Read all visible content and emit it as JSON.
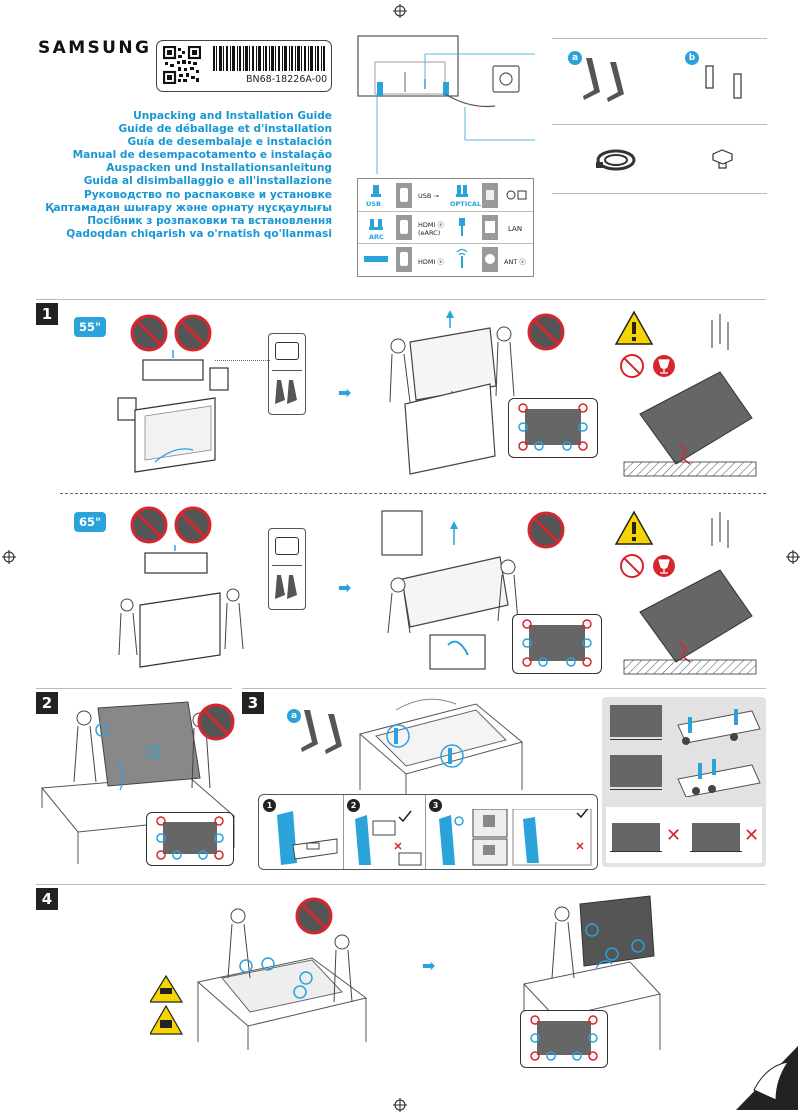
{
  "brand": "SAMSUNG",
  "barcode_code": "BN68-18226A-00",
  "guide_titles": [
    "Unpacking and Installation Guide",
    "Guide de déballage et d'installation",
    "Guía de desembalaje e instalación",
    "Manual de desempacotamento e instalação",
    "Auspacken und Installationsanleitung",
    "Guida al disimballaggio e all'installazione",
    "Руководство по распаковке и установке",
    "Қаптамадан шығару және орнату нұсқаулығы",
    "Посібник з розпаковки та встановлення",
    "Qadoqdan chiqarish va o'rnatish qo'llanmasi"
  ],
  "ports": {
    "usb": "USB",
    "usb_right": "USB ⊸",
    "optical": "OPTICAL",
    "arc": "ARC",
    "hdmi_earc": "HDMI ⓔ (eARC)",
    "lan": "LAN",
    "hdmi": "HDMI ⓔ",
    "ant": "ANT ⓔ"
  },
  "components": {
    "a": "a",
    "b": "b"
  },
  "steps": {
    "s1": "1",
    "s2": "2",
    "s3": "3",
    "s4": "4"
  },
  "sizes": {
    "size55": "55\"",
    "size65": "65\""
  },
  "substeps": [
    "1",
    "2",
    "3"
  ],
  "colors": {
    "accent": "#2aa3da",
    "title_blue": "#1797d4",
    "warning_yellow": "#f5d400",
    "prohibit_red": "#d7262f",
    "step_black": "#222222"
  }
}
